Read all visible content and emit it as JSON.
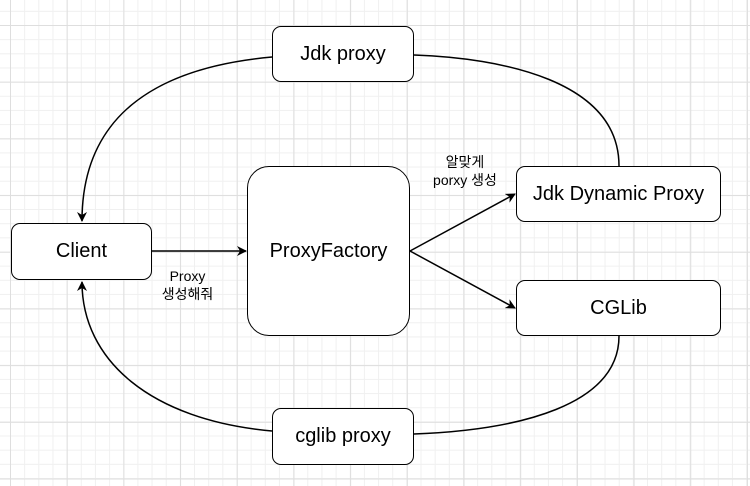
{
  "diagram": {
    "nodes": {
      "client": "Client",
      "proxy_factory": "ProxyFactory",
      "jdk_proxy": "Jdk proxy",
      "jdk_dynamic_proxy": "Jdk Dynamic Proxy",
      "cglib": "CGLib",
      "cglib_proxy": "cglib proxy"
    },
    "edge_labels": {
      "client_to_factory_line1": "Proxy",
      "client_to_factory_line2": "생성해줘",
      "factory_to_jdk_line1": "알맞게",
      "factory_to_jdk_line2": "porxy 생성"
    },
    "colors": {
      "stroke": "#000000",
      "node_fill": "#ffffff",
      "grid": "#dedede"
    }
  }
}
